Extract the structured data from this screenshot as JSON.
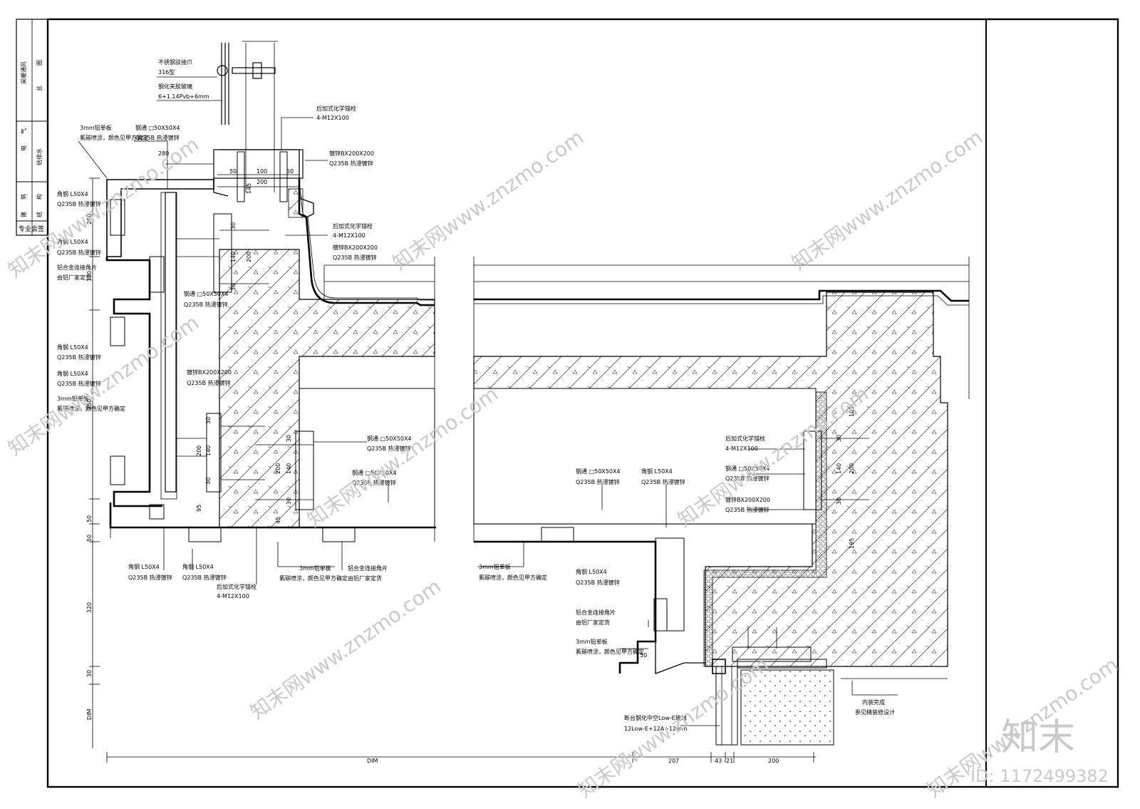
{
  "title_block": {
    "row1": [
      "图",
      "总",
      "采暖通风"
    ],
    "row2": [
      "给排水",
      "电",
      "气"
    ],
    "row3": [
      "结",
      "构",
      "建",
      "筑"
    ],
    "row4": "专业会签"
  },
  "labels": {
    "stainless_bolt": "不锈钢驳接爪",
    "stainless_grade": "316型",
    "glass_spec_title": "钢化夹胶玻璃",
    "glass_spec": "6+1.14Pvb+6mm",
    "al_panel_top": "3mm铝单板",
    "al_panel_top_note": "氟碳喷涂，颜色见甲方确定",
    "steel_tube_top": "钢通 □50X50X4",
    "q235b_top": "Q235B  热浸镀锌",
    "dim_280": "280",
    "anchor_top": "后加式化学锚栓",
    "anchor_top_spec": "4-M12X100",
    "plate_top": "镀锌BX200X200",
    "plate_top_q": "Q235B  热浸镀锌",
    "dim_50a": "50",
    "dim_100": "100",
    "dim_50b": "50",
    "dim_200": "200",
    "dim_145": "145",
    "angle_1": "角钢 L50X4",
    "angle_1_q": "Q235B  热浸镀锌",
    "dim_200_left": "200",
    "angle_2": "角钢 L50X4",
    "angle_2_q": "Q235B  热浸镀锌",
    "al_connector": "铝合金连接角片",
    "al_connector_note": "由铝厂家定货",
    "dim_100_left": "100",
    "anchor_mid": "后加式化学锚栓",
    "anchor_mid_spec": "4-M12X100",
    "plate_mid": "镀锌BX200X200",
    "plate_mid_q": "Q235B  热浸镀锌",
    "dim_30a": "30",
    "dim_140a": "140",
    "dim_200a": "200",
    "dim_30b": "30",
    "tube_mid": "钢通 □50X50X4",
    "tube_mid_q": "Q235B  热浸镀锌",
    "angle_3": "角钢 L50X4",
    "angle_3_q": "Q235B  热浸镀锌",
    "angle_4": "角钢 L50X4",
    "angle_4_q": "Q235B  热浸镀锌",
    "al_panel_left": "3mm铝单板",
    "al_panel_left_note": "氟碳喷涂，颜色见甲方确定",
    "dim_250": "250",
    "plate_low": "镀锌BX200X200",
    "plate_low_q": "Q235B  热浸镀锌",
    "dim_30c": "30",
    "dim_140c": "140",
    "dim_200c": "200",
    "dim_30d": "30",
    "dim_95": "95",
    "tube_r1": "钢通 □50X50X4",
    "tube_r1_q": "Q235B  热浸镀锌",
    "tube_r2": "钢通 □50X50X4",
    "tube_r2_q": "Q235B  热浸镀锌",
    "dim_30e": "30",
    "dim_140e": "140",
    "dim_200e": "200",
    "dim_30f": "30",
    "dim_45": "45",
    "dim_50c": "50",
    "dim_50d": "50",
    "angle_b1": "角钢 L50X4",
    "angle_b1_q": "Q235B  热浸镀锌",
    "angle_b2": "角钢 L50X4",
    "angle_b2_q": "Q235B  热浸镀锌",
    "anchor_b": "后加式化学锚栓",
    "anchor_b_spec": "4-M12X100",
    "al_panel_b": "3mm铝单板",
    "al_panel_b_note": "氟碳喷涂，颜色见甲方确定",
    "al_connector_b": "铝合金连接角片",
    "al_connector_b_note": "由铝厂家定货",
    "dim_320": "320",
    "dim_30g": "30",
    "dim_dim_v": "DIM",
    "dim_dim_h": "DIM",
    "dim_207": "207",
    "dim_43": "43",
    "dim_21": "21",
    "dim_200h": "200",
    "al_panel_r": "3mm铝单板",
    "al_panel_r_note": "氟碳喷涂，颜色见甲方确定",
    "tube_r3": "钢通 □50X50X4",
    "tube_r3_q": "Q235B  热浸镀锌",
    "angle_r3": "角钢 L50X4",
    "angle_r3_q": "Q235B  热浸镀锌",
    "angle_r4": "角钢 L50X4",
    "angle_r4_q": "Q235B  热浸镀锌",
    "al_connector_r": "铝合金连接角片",
    "al_connector_r_note": "由铝厂家定货",
    "al_panel_r2": "3mm铝单板",
    "al_panel_r2_note": "氟碳喷涂，颜色见甲方确定",
    "dim_50r": "50",
    "anchor_r": "后加式化学锚栓",
    "anchor_r_spec": "4-M12X100",
    "tube_r4": "钢通 □50X50X4",
    "tube_r4_q": "Q235B  热浸镀锌",
    "plate_r": "镀锌BX200X200",
    "plate_r_q": "Q235B  热浸镀锌",
    "dim_105": "105",
    "dim_30h": "30",
    "dim_140h": "140",
    "dim_200r": "200",
    "dim_30i": "30",
    "dim_195": "195",
    "glass_unit": "断台钢化中空Low-E玻璃",
    "glass_unit_spec": "12Low-E+12A+12mm",
    "interior_finish": "内装完成",
    "interior_finish_note": "参见精装修设计"
  },
  "watermark": {
    "text": "知末网www.znzmo.com",
    "logo": "知末",
    "id": "ID: 1172499382"
  }
}
